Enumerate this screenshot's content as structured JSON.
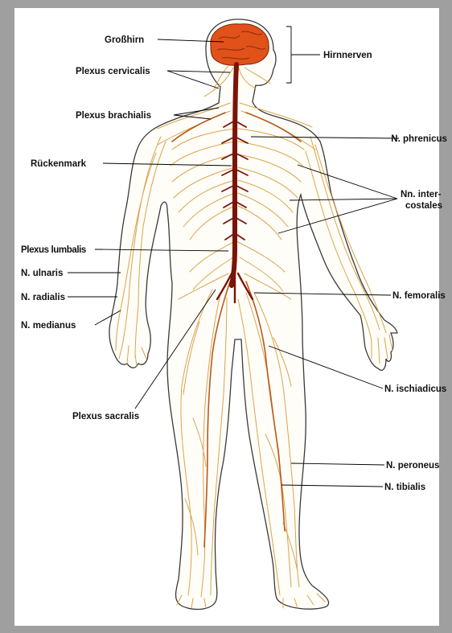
{
  "labels": {
    "grosshirn": "Großhirn",
    "plexus_cervicalis": "Plexus cervicalis",
    "plexus_brachialis": "Plexus brachialis",
    "rueckenmark": "Rückenmark",
    "plexus_lumbalis": "Plexus lumbalis",
    "n_ulnaris": "N. ulnaris",
    "n_radialis": "N. radialis",
    "n_medianus": "N. medianus",
    "plexus_sacralis": "Plexus sacralis",
    "hirnnerven": "Hirnnerven",
    "n_phrenicus": "N. phrenicus",
    "nn_intercostales_line1": "Nn. inter-",
    "nn_intercostales_line2": "costales",
    "n_femoralis": "N. femoralis",
    "n_ischiadicus": "N. ischiadicus",
    "n_peroneus": "N. peroneus",
    "n_tibialis": "N. tibialis"
  },
  "colors": {
    "background": "#9f9f9f",
    "panel": "#ffffff",
    "brain": "#e0521a",
    "spinal_cord": "#7a1406",
    "peripheral_nerves": "#d9a44c",
    "body_outline": "#3a3a3a"
  }
}
